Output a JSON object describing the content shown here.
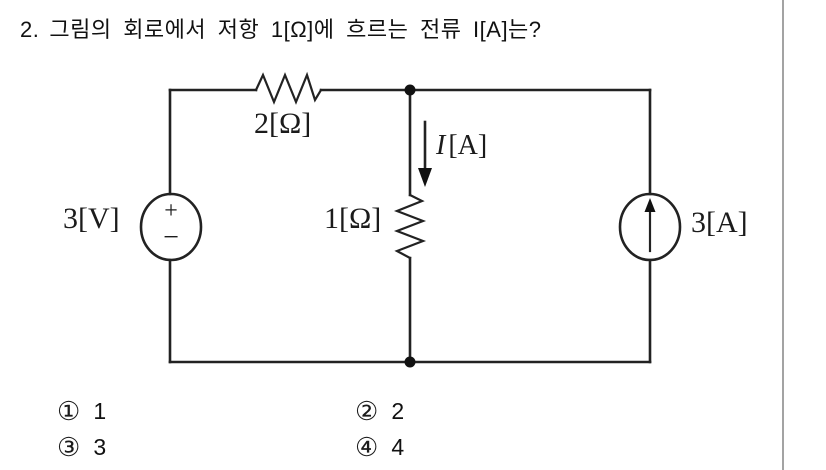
{
  "question": {
    "number": "2.",
    "text": "그림의 회로에서 저항 1[Ω]에 흐르는 전류 I[A]는?"
  },
  "circuit": {
    "voltage_source_label": "3[V]",
    "resistor_top_label": "2[Ω]",
    "resistor_middle_label": "1[Ω]",
    "current_source_label": "3[A]",
    "current_symbol": "I",
    "current_unit": "[A]",
    "plus": "+",
    "minus": "−"
  },
  "choices": [
    {
      "marker": "①",
      "value": "1"
    },
    {
      "marker": "②",
      "value": "2"
    },
    {
      "marker": "③",
      "value": "3"
    },
    {
      "marker": "④",
      "value": "4"
    }
  ],
  "colors": {
    "line": "#222222",
    "text": "#111111",
    "divider": "#a3a3a3",
    "background": "#ffffff"
  }
}
